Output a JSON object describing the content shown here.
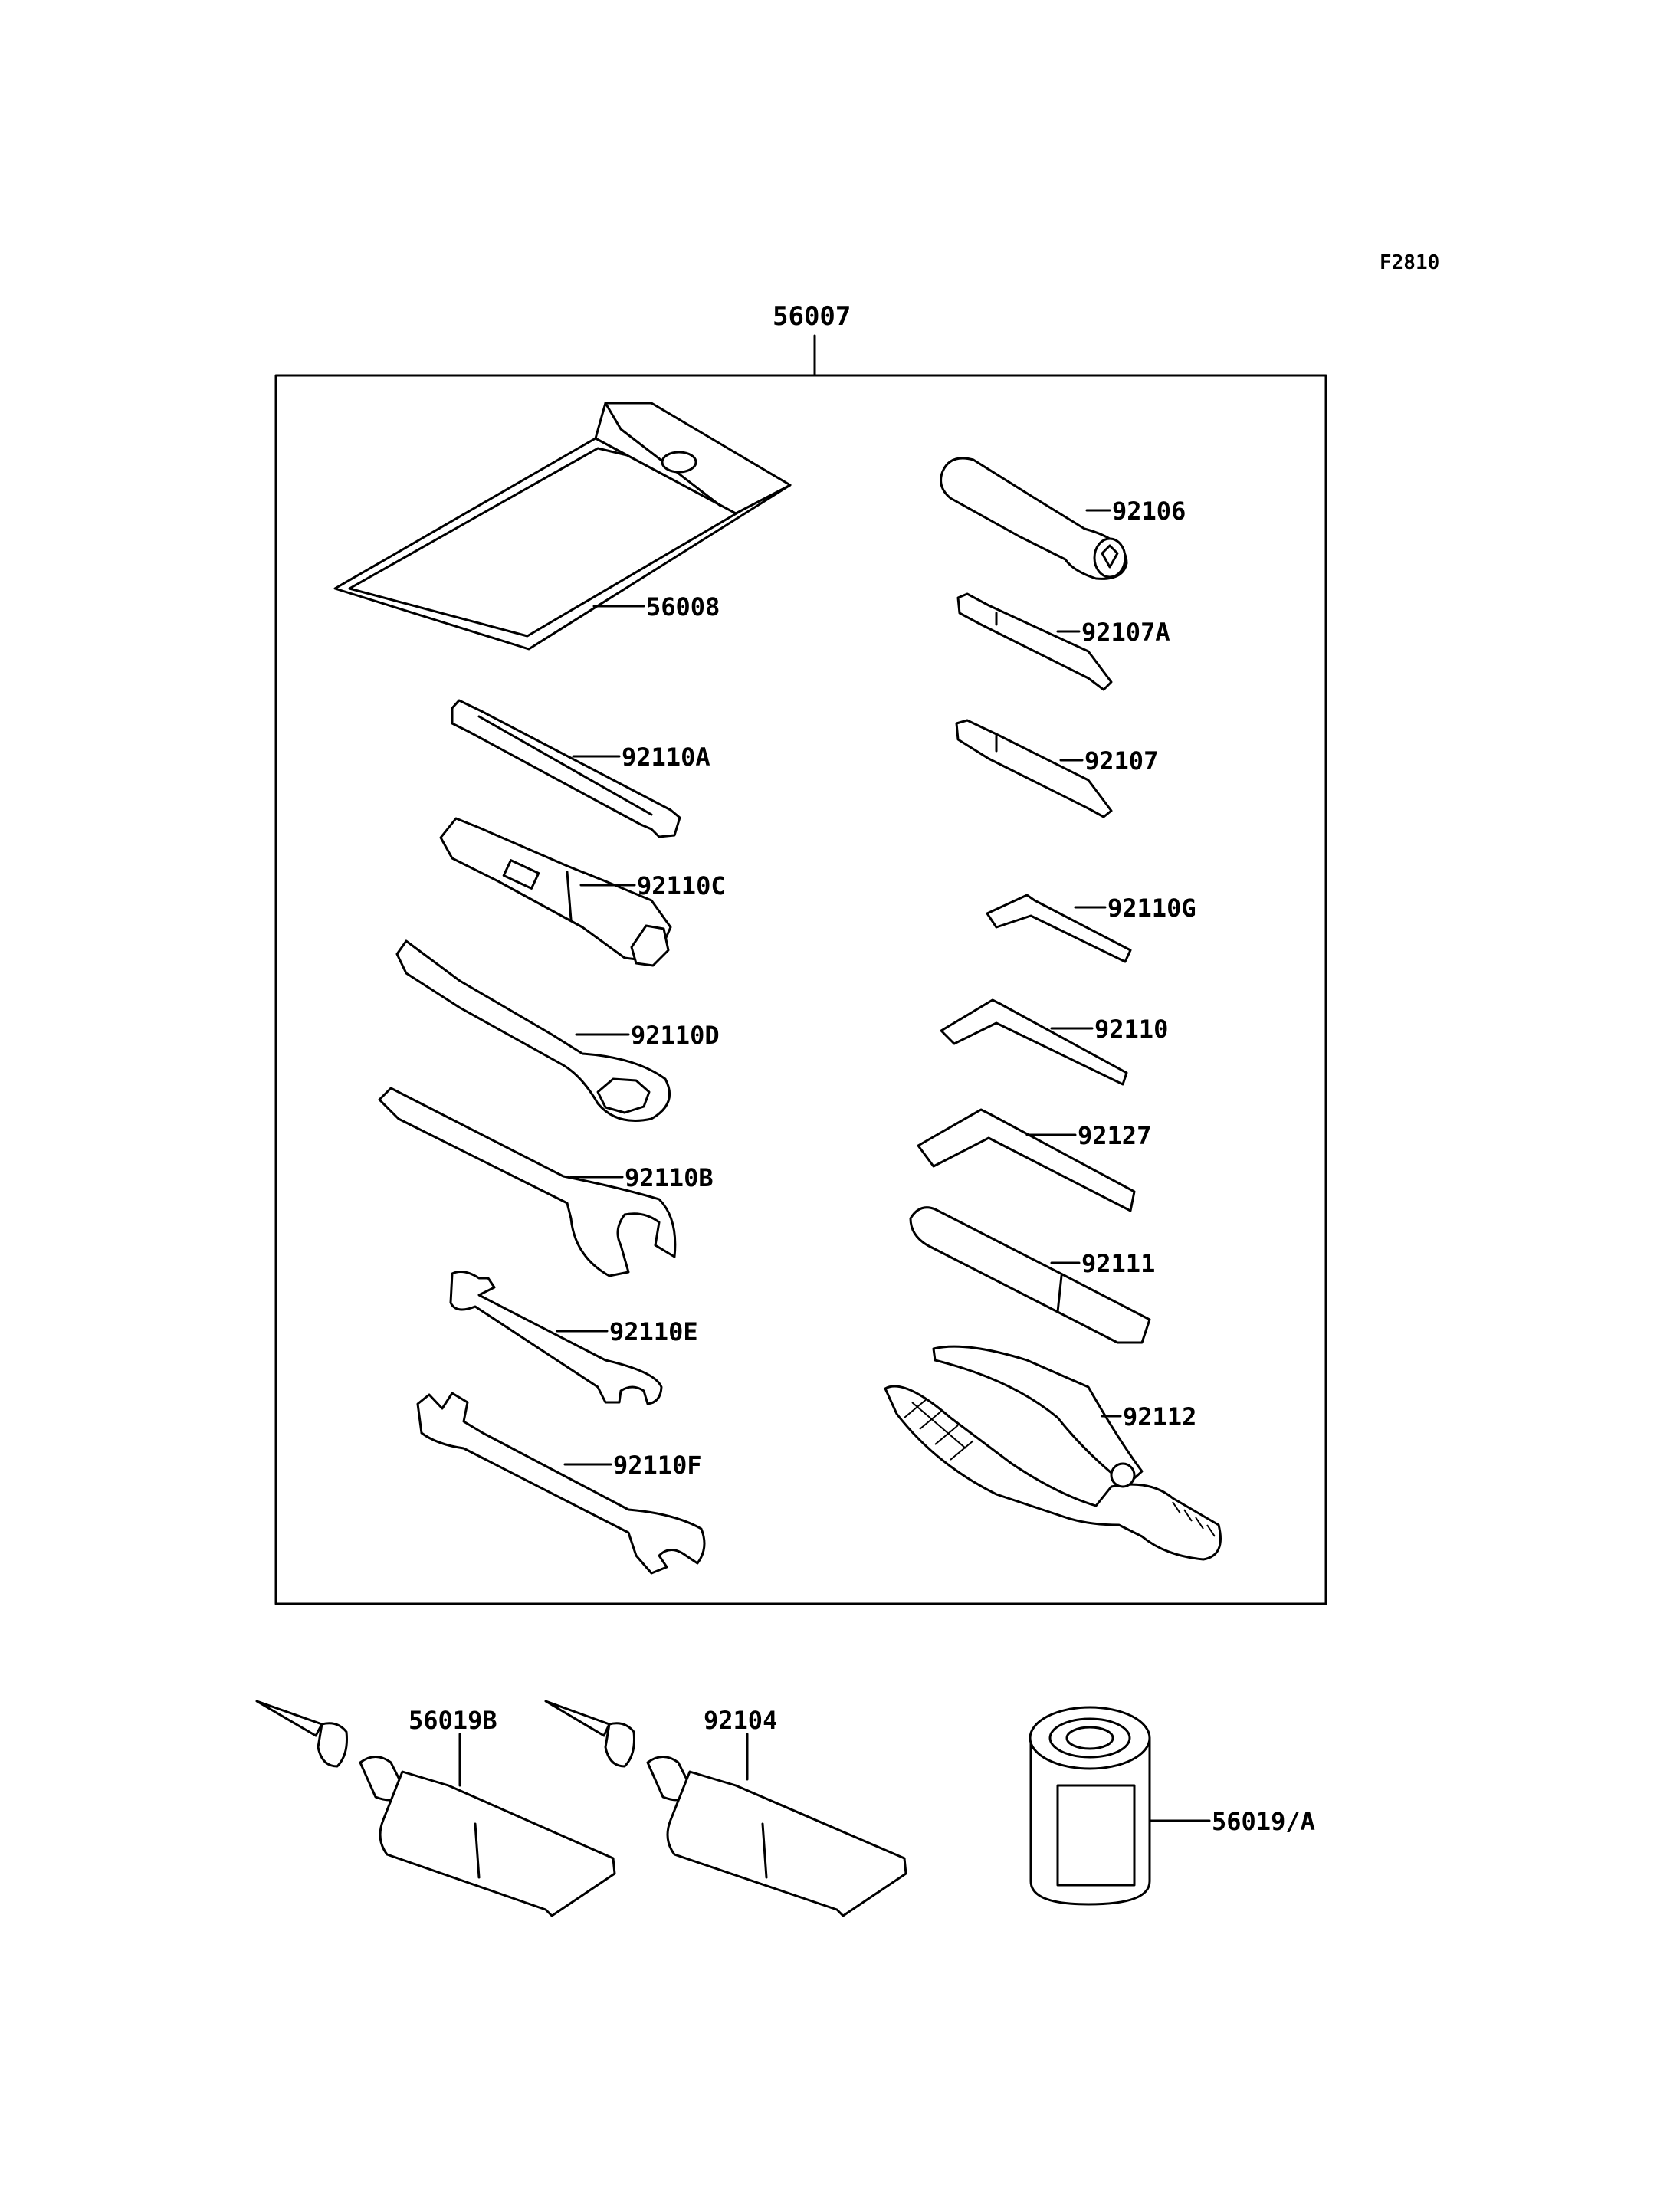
{
  "figure_code": "F2810",
  "kit_label": "56007",
  "callouts": {
    "pouch": "56008",
    "wrench_a": "92110A",
    "socket_c": "92110C",
    "ring_d": "92110D",
    "open_b": "92110B",
    "open_e": "92110E",
    "open_f": "92110F",
    "handle": "92106",
    "bit_a": "92107A",
    "bit": "92107",
    "hex_g": "92110G",
    "hex": "92110",
    "hex_l": "92127",
    "bar": "92111",
    "pliers": "92112",
    "tube_b": "56019B",
    "tube": "92104",
    "can": "56019/A"
  }
}
